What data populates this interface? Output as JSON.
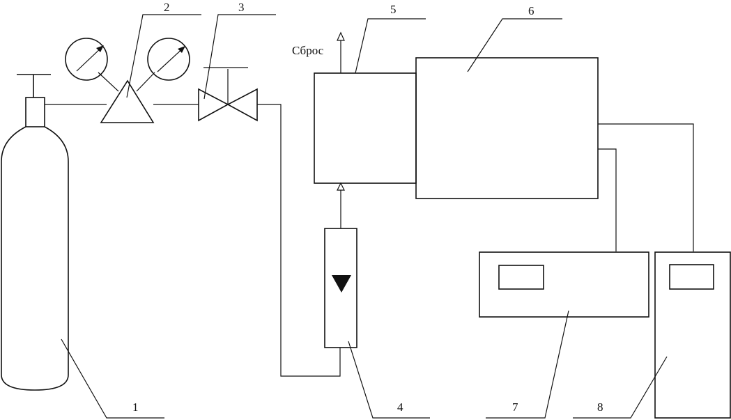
{
  "diagram": {
    "labels": {
      "cylinder": "1",
      "reducer": "2",
      "valve": "3",
      "rotameter": "4",
      "chamber": "5",
      "generator": "6",
      "analyzer_7": "7",
      "analyzer_8": "8"
    },
    "vent_label": "Сброс"
  },
  "colors": {
    "line": "#111111",
    "background": "#ffffff"
  }
}
